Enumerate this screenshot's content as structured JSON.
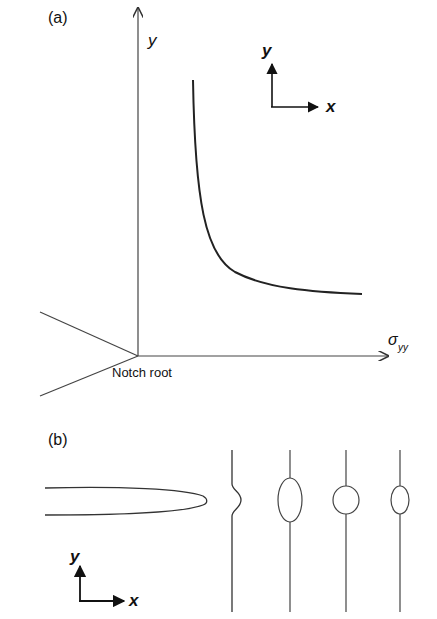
{
  "diagram": {
    "labels": [
      "(a)",
      "y",
      "y",
      "x",
      "Notch root",
      "σ",
      "yy",
      "(b)",
      "y",
      "x"
    ]
  }
}
